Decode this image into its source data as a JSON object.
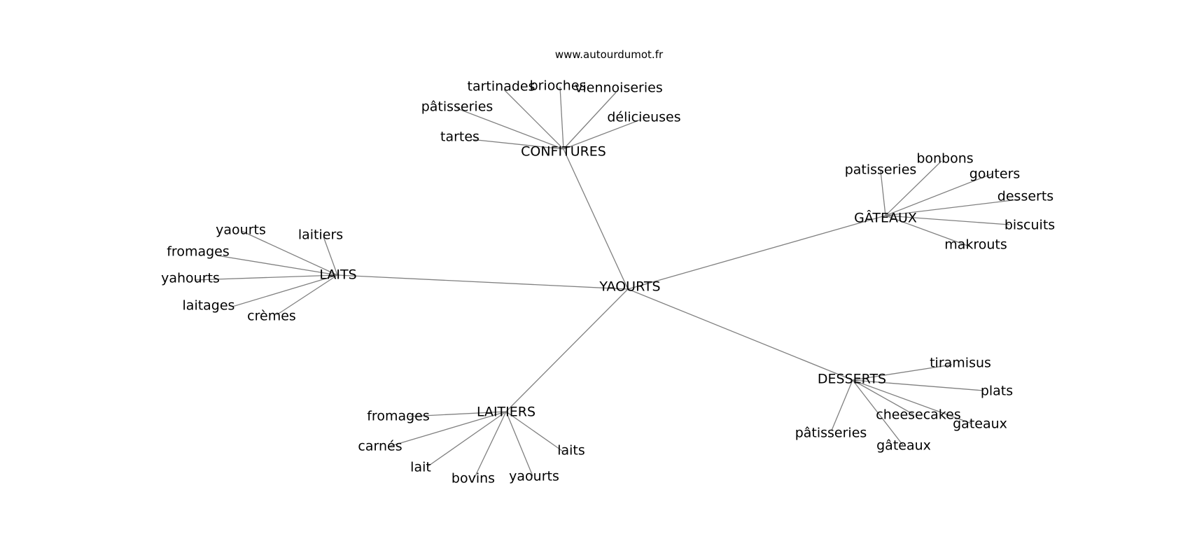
{
  "watermark": "www.autourdumot.fr",
  "center": "YAOURTS",
  "clusters": [
    {
      "hub": "CONFITURES",
      "leaves": [
        "tartes",
        "pâtisseries",
        "tartinades",
        "brioches",
        "viennoiseries",
        "délicieuses"
      ]
    },
    {
      "hub": "GÂTEAUX",
      "leaves": [
        "patisseries",
        "bonbons",
        "gouters",
        "desserts",
        "biscuits",
        "makrouts"
      ]
    },
    {
      "hub": "LAITS",
      "leaves": [
        "yaourts",
        "laitiers",
        "fromages",
        "yahourts",
        "laitages",
        "crèmes"
      ]
    },
    {
      "hub": "LAITIERS",
      "leaves": [
        "fromages",
        "carnés",
        "lait",
        "bovins",
        "yaourts",
        "laits"
      ]
    },
    {
      "hub": "DESSERTS",
      "leaves": [
        "tiramisus",
        "plats",
        "cheesecakes",
        "gateaux",
        "gâteaux",
        "pâtisseries"
      ]
    }
  ]
}
